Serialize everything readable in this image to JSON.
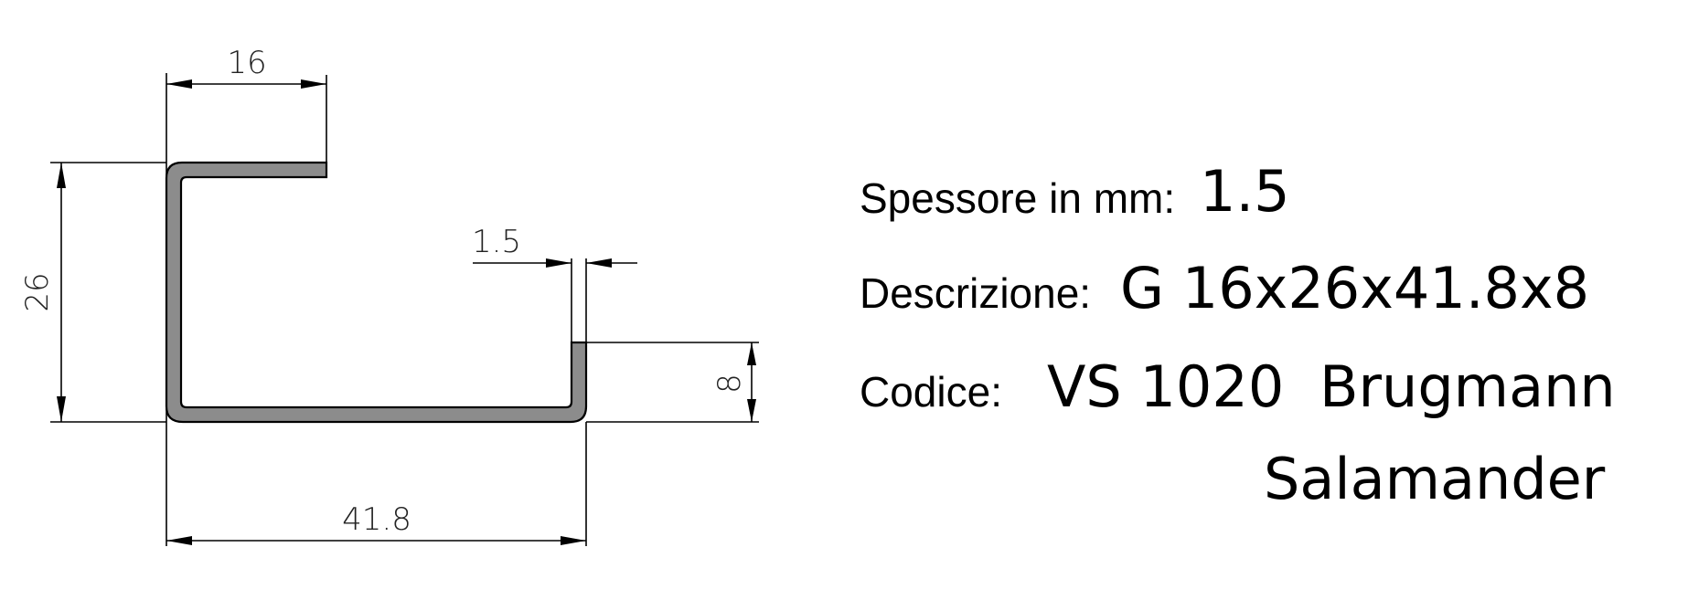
{
  "drawing": {
    "profile_fill": "#8c8c8c",
    "dimensions": {
      "top_flange": "16",
      "height": "26",
      "thickness": "1.5",
      "lip": "8",
      "width": "41.8"
    }
  },
  "info": {
    "thickness_label": "Spessore in mm:",
    "thickness_value": "1.5",
    "description_label": "Descrizione:",
    "description_value": "G 16x26x41.8x8",
    "code_label": "Codice:",
    "code_value": "VS 1020",
    "brand_line1": "Brugmann",
    "brand_line2": "Salamander"
  }
}
